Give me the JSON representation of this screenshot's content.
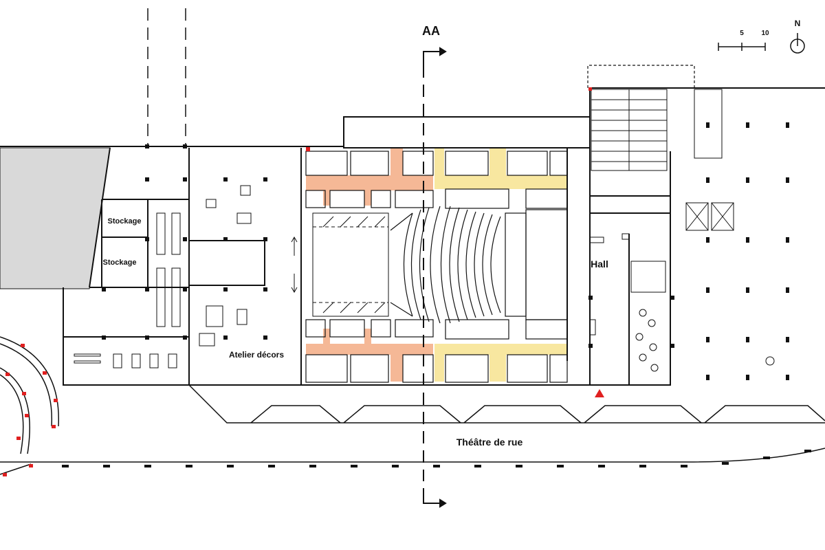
{
  "section": {
    "label": "AA"
  },
  "scale": {
    "tick_5": "5",
    "tick_10": "10"
  },
  "north": {
    "label": "N"
  },
  "rooms": {
    "stockage_1": "Stockage",
    "stockage_2": "Stockage",
    "atelier": "Atelier décors",
    "hall": "Hall",
    "street": "Théâtre de rue"
  },
  "colors": {
    "orange_zone": "#f5b896",
    "yellow_zone": "#f8e7a0",
    "grey_zone": "#d9d9d9",
    "marker_red": "#e02020",
    "wall": "#111111"
  }
}
